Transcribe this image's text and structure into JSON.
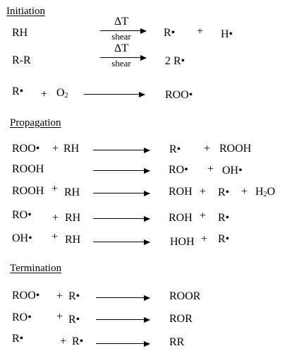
{
  "sections": {
    "initiation": "Initiation",
    "propagation": "Propagation",
    "termination": "Termination"
  },
  "initiation": [
    {
      "reactant_a": "RH",
      "condition_top": "ΔT",
      "condition_bottom": "shear",
      "product_a": "R•",
      "plus": "+",
      "product_b": "H•"
    },
    {
      "reactant_a": "R-R",
      "condition_top": "ΔT",
      "condition_bottom": "shear",
      "product_a": "2 R•"
    },
    {
      "reactant_a": "R•",
      "plus": "+",
      "reactant_b": "O",
      "reactant_b_sub": "2",
      "product_a": "ROO•"
    }
  ],
  "propagation": [
    {
      "reactant_a": "ROO•",
      "plus": "+",
      "reactant_b": "RH",
      "product_a": "R•",
      "plus2": "+",
      "product_b": "ROOH"
    },
    {
      "reactant_a": "ROOH",
      "product_a": "RO•",
      "plus2": "+",
      "product_b": "OH•"
    },
    {
      "reactant_a": "ROOH",
      "plus": "+",
      "reactant_b": "RH",
      "product_a": "ROH",
      "plus2": "+",
      "product_b": "R•",
      "plus3": "+",
      "product_c": "H",
      "product_c_sub": "2",
      "product_c_tail": "O"
    },
    {
      "reactant_a": "RO•",
      "plus": "+",
      "reactant_b": "RH",
      "product_a": "ROH",
      "plus2": "+",
      "product_b": "R•"
    },
    {
      "reactant_a": "OH•",
      "plus": "+",
      "reactant_b": "RH",
      "product_a": "HOH",
      "plus2": "+",
      "product_b": "R•"
    }
  ],
  "termination": [
    {
      "reactant_a": "ROO•",
      "plus": "+",
      "reactant_b": "R•",
      "product_a": "ROOR"
    },
    {
      "reactant_a": "RO•",
      "plus": "+",
      "reactant_b": "R•",
      "product_a": "ROR"
    },
    {
      "reactant_a": "R•",
      "plus": "+",
      "reactant_b": "R•",
      "product_a": "RR"
    }
  ]
}
